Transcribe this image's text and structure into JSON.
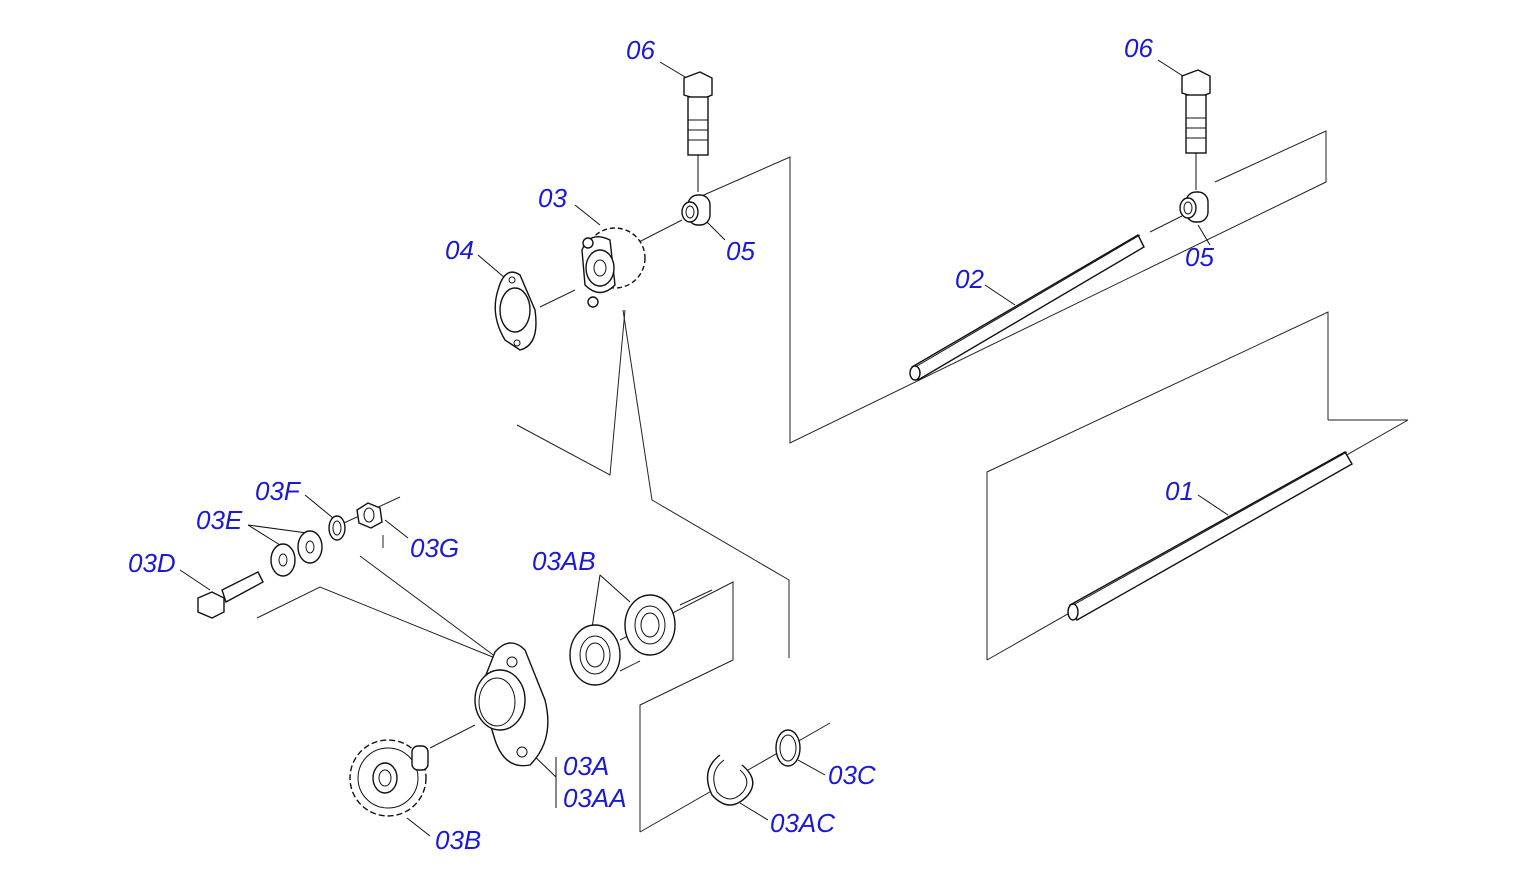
{
  "callouts": {
    "c06a": "06",
    "c06b": "06",
    "c03": "03",
    "c04": "04",
    "c05a": "05",
    "c05b": "05",
    "c02": "02",
    "c01": "01",
    "c03F": "03F",
    "c03E": "03E",
    "c03G": "03G",
    "c03D": "03D",
    "c03AB": "03AB",
    "c03A": "03A",
    "c03AA": "03AA",
    "c03B": "03B",
    "c03C": "03C",
    "c03AC": "03AC"
  },
  "colors": {
    "label": "#1a1ad6",
    "line": "#222222"
  }
}
